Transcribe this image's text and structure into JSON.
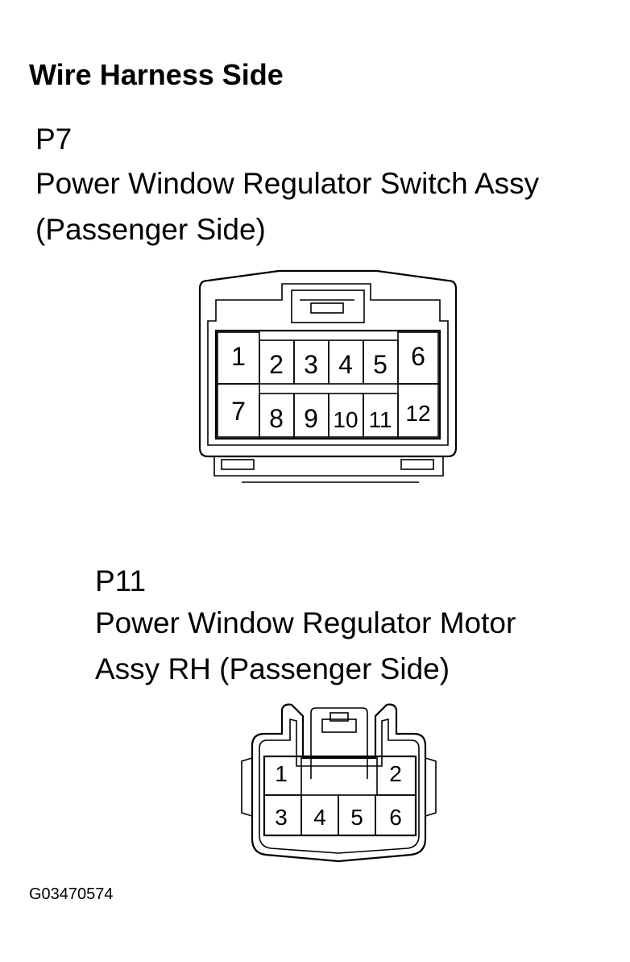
{
  "title": "Wire Harness Side",
  "connectors": [
    {
      "code": "P7",
      "name_line1": "Power Window Regulator Switch Assy",
      "name_line2": "(Passenger Side)",
      "pins_row1": [
        "1",
        "2",
        "3",
        "4",
        "5",
        "6"
      ],
      "pins_row2": [
        "7",
        "8",
        "9",
        "10",
        "11",
        "12"
      ]
    },
    {
      "code": "P11",
      "name_line1": "Power Window Regulator Motor",
      "name_line2": "Assy RH (Passenger Side)",
      "pins_row1": [
        "1",
        "2"
      ],
      "pins_row2": [
        "3",
        "4",
        "5",
        "6"
      ]
    }
  ],
  "figure_id": "G03470574"
}
